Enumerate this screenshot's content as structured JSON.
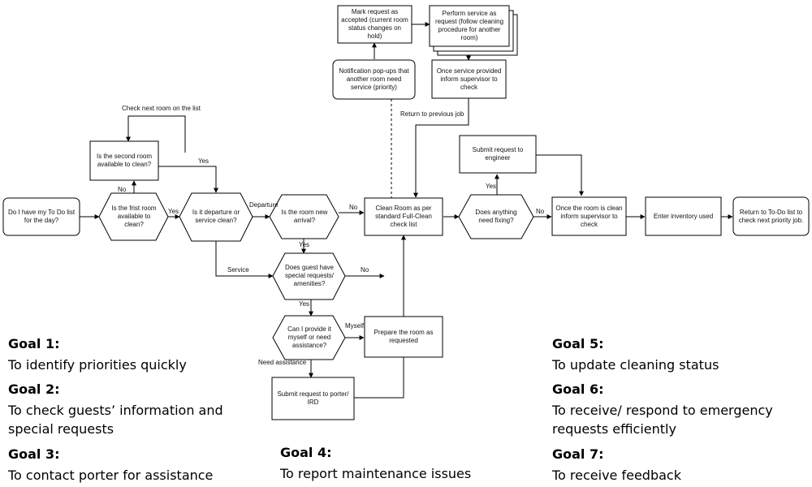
{
  "nodes": {
    "todo": "Do I have my To Do list for the day?",
    "first_room": "Is the frist room available to clean?",
    "second_room": "Is the second room available to clean?",
    "departure_service": "Is it departure or service clean?",
    "new_arrival": "Is the room new arrival?",
    "special_requests": "Does guest have special requests/ amenities?",
    "provide_myself": "Can I provide it myself or need assistance?",
    "prepare_room": "Prepare the  room as requested",
    "porter": "Submit request to porter/ IRD",
    "clean_room": "Clean Room as per standard Full-Clean check list",
    "notification": "Notification pop-ups that another room need service (priority)",
    "mark_request": "Mark request as accepted (current room status changes on hold)",
    "perform_service": "Perform service as request (follow cleaning procedure for another room)",
    "inform_once": "Once service provided inform supervisor to check",
    "need_fixing": "Does anything need fixing?",
    "engineer": "Submit request to engineer",
    "room_clean": "Once the room is clean inform supervisor to check",
    "inventory": "Enter inventory used",
    "return_todo": "Return to To-Do list to check next priority job."
  },
  "edge_labels": {
    "check_next": "Check next room on the list",
    "no_first": "No",
    "yes_first": "Yes",
    "yes_second": "Yes",
    "departure": "Departure",
    "service": "Service",
    "no_arrival": "No",
    "yes_arrival": "Yes",
    "no_special": "No",
    "yes_special": "Yes",
    "myself": "Myself",
    "need_assistance": "Need assistance",
    "return_previous": "Return to previous job",
    "yes_fix": "Yes",
    "no_fix": "No"
  },
  "goals": [
    {
      "title": "Goal 1:",
      "text": "To identify priorities quickly"
    },
    {
      "title": "Goal 2:",
      "text": "To check guests’ information and special requests"
    },
    {
      "title": "Goal 3:",
      "text": "To contact porter for assistance"
    },
    {
      "title": "Goal 4:",
      "text": "To report maintenance issues"
    },
    {
      "title": "Goal 5:",
      "text": "To update cleaning status"
    },
    {
      "title": "Goal 6:",
      "text": "To receive/ respond to emergency requests efficiently"
    },
    {
      "title": "Goal 7:",
      "text": "To receive feedback"
    }
  ]
}
